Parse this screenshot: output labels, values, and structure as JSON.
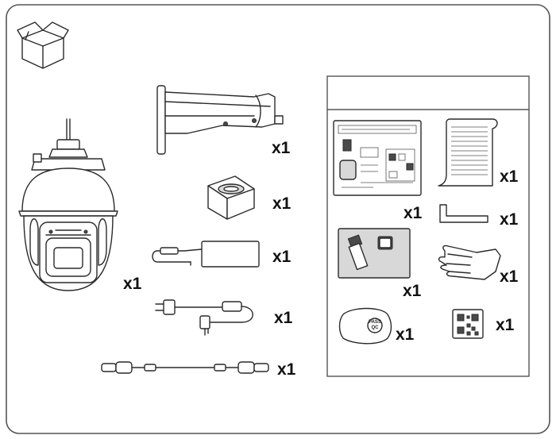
{
  "items": [
    {
      "id": "camera",
      "qty": "x1",
      "icon": "ptz-camera-icon"
    },
    {
      "id": "wall-mount-bracket",
      "qty": "x1",
      "icon": "wall-mount-bracket-icon"
    },
    {
      "id": "desiccant",
      "qty": "x1",
      "icon": "desiccant-icon"
    },
    {
      "id": "power-adapter",
      "qty": "x1",
      "icon": "power-adapter-icon"
    },
    {
      "id": "power-cord",
      "qty": "x1",
      "icon": "power-cord-icon"
    },
    {
      "id": "cable",
      "qty": "x1",
      "icon": "cable-icon"
    },
    {
      "id": "quick-guide",
      "qty": "x1",
      "icon": "quick-guide-icon"
    },
    {
      "id": "document-sheet",
      "qty": "x1",
      "icon": "document-sheet-icon"
    },
    {
      "id": "hex-key",
      "qty": "x1",
      "icon": "hex-key-icon"
    },
    {
      "id": "screw-pack",
      "qty": "x1",
      "icon": "screw-pack-icon"
    },
    {
      "id": "gloves",
      "qty": "x1",
      "icon": "gloves-icon"
    },
    {
      "id": "pass-label",
      "qty": "x1",
      "icon": "pass-label-icon"
    },
    {
      "id": "qr-code-label",
      "qty": "x1",
      "icon": "qr-code-icon"
    }
  ],
  "pass_label_text": "PASS",
  "pass_label_sub": "QC",
  "header_icon": "open-box-icon"
}
